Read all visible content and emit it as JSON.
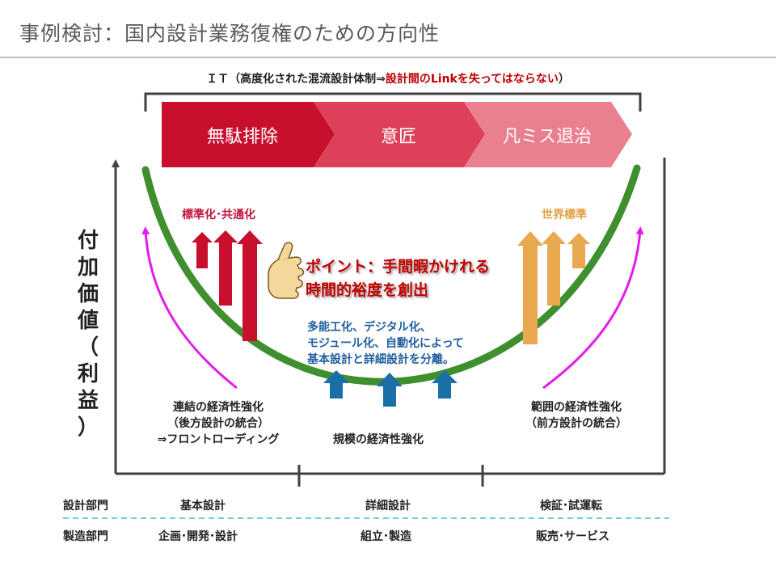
{
  "title": "事例検討：国内設計業務復権のための方向性",
  "it_banner": {
    "prefix": "ＩＴ（高度化された混流設計体制⇒",
    "highlight": "設計間のLinkを失ってはならない",
    "suffix": "）"
  },
  "chevrons": [
    {
      "label": "無駄排除",
      "color": "#c8102e"
    },
    {
      "label": "意匠",
      "color": "#dd4059"
    },
    {
      "label": "凡ミス退治",
      "color": "#ea7f8f"
    }
  ],
  "y_axis_label": [
    "付",
    "加",
    "価",
    "値",
    "（",
    "利",
    "益",
    "）"
  ],
  "left_top_label": "標準化･共通化",
  "right_top_label": "世界標準",
  "point_lines": [
    "ポイント：手間暇かけれる",
    "時間的裕度を創出"
  ],
  "center_lines": [
    "多能工化、デジタル化、",
    "モジュール化、自動化によって",
    "基本設計と詳細設計を分離。"
  ],
  "left_bottom_lines": [
    "連結の経済性強化",
    "（後方設計の統合）",
    "⇒フロントローディング"
  ],
  "center_bottom_label": "規模の経済性強化",
  "right_bottom_lines": [
    "範囲の経済性強化",
    "（前方設計の統合）"
  ],
  "rows": [
    {
      "dept": "設計部門",
      "cells": [
        "基本設計",
        "詳細設計",
        "検証･試運転"
      ]
    },
    {
      "dept": "製造部門",
      "cells": [
        "企画･開発･設計",
        "組立･製造",
        "販売･サービス"
      ]
    }
  ],
  "colors": {
    "curve": "#3f8f2f",
    "red_arrow": "#c8102e",
    "orange_arrow": "#e8a84e",
    "blue_arrow": "#1a6fa6",
    "magenta": "#e11ee8",
    "dash": "#4bb8d8"
  }
}
